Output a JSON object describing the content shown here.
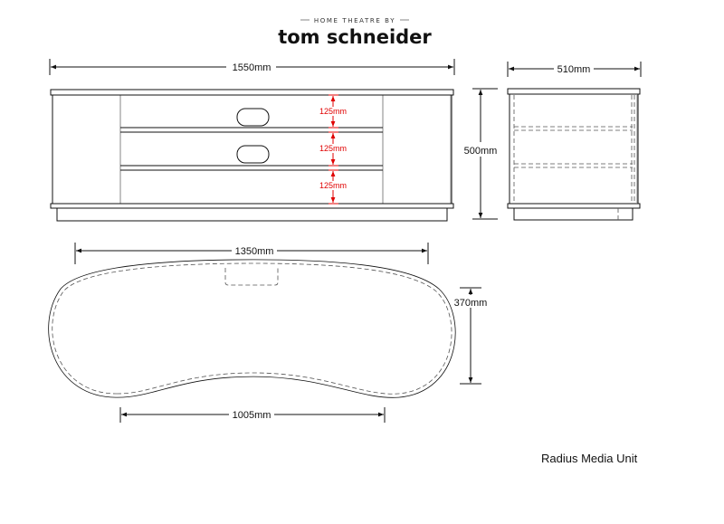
{
  "brand": {
    "tagline": "HOME THEATRE BY",
    "name": "tom schneider"
  },
  "front_view": {
    "width_label": "1550mm",
    "height_label": "500mm",
    "shelf_gap_labels": [
      "125mm",
      "125mm",
      "125mm"
    ],
    "accent_color": "#e00000"
  },
  "side_view": {
    "depth_label": "510mm"
  },
  "top_view": {
    "width_label": "1350mm",
    "depth_label": "370mm",
    "inner_width_label": "1005mm"
  },
  "caption": "Radius Media Unit"
}
